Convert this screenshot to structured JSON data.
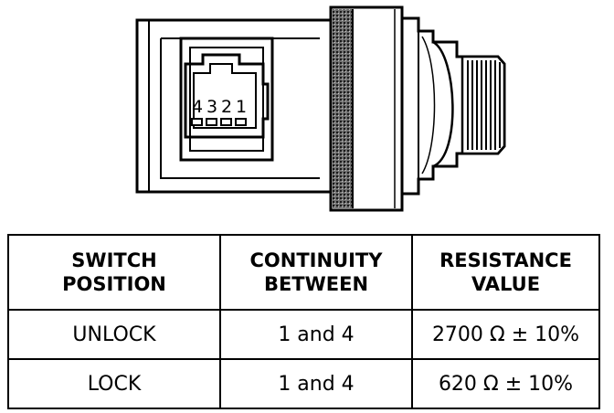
{
  "connector": {
    "pins": [
      "4",
      "3",
      "2",
      "1"
    ]
  },
  "table": {
    "headers": [
      [
        "SWITCH",
        "POSITION"
      ],
      [
        "CONTINUITY",
        "BETWEEN"
      ],
      [
        "RESISTANCE",
        "VALUE"
      ]
    ],
    "rows": [
      [
        "UNLOCK",
        "1 and 4",
        "2700 Ω ± 10%"
      ],
      [
        "LOCK",
        "1 and 4",
        "620 Ω ± 10%"
      ]
    ]
  }
}
